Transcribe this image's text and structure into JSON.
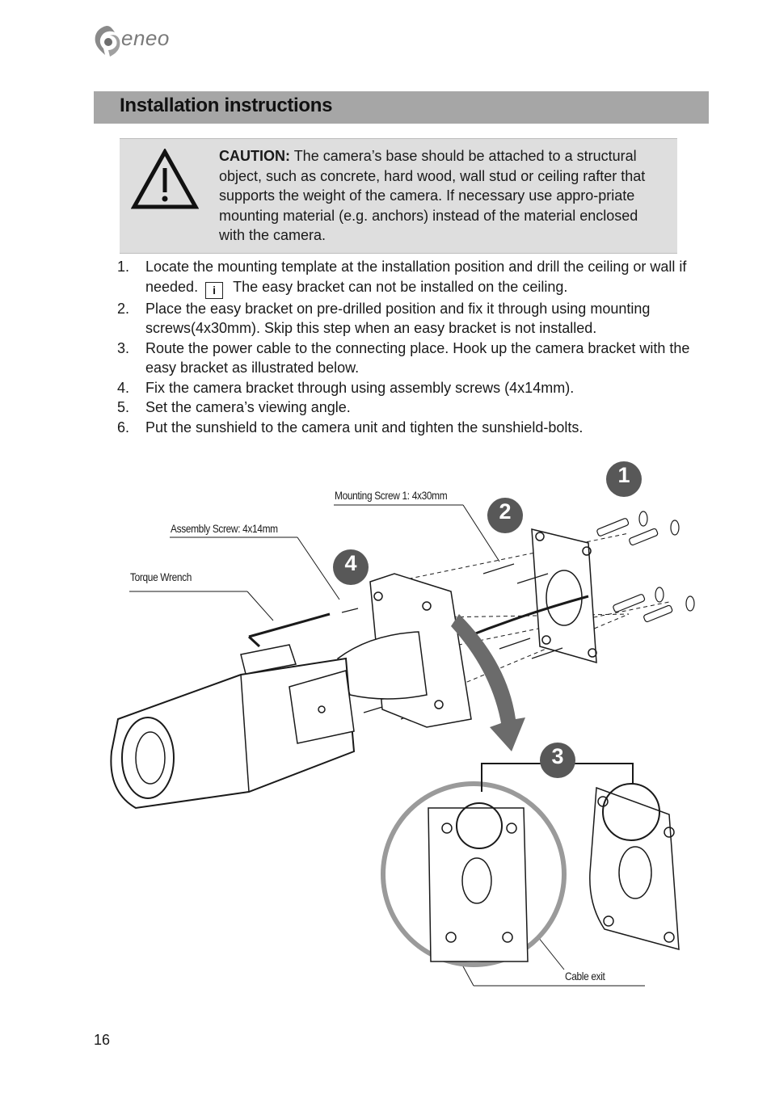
{
  "brand": {
    "logo_text": "eneo"
  },
  "section": {
    "title": "Installation instructions"
  },
  "caution": {
    "label": "CAUTION:",
    "text": "The camera’s base should be attached to a structural object, such as concrete, hard wood, wall stud or ceiling rafter that supports the weight of the camera. If necessary use appro-priate mounting material (e.g. anchors) instead of the material enclosed with the camera."
  },
  "steps": [
    {
      "num": "1.",
      "text": "Locate the mounting template at the installation position and drill the ceiling or wall if needed.",
      "info_icon": "i",
      "note": "The easy bracket can not be installed on the ceiling."
    },
    {
      "num": "2.",
      "text": "Place the easy bracket on pre-drilled position and fix it through using mounting screws(4x30mm). Skip this step when an easy bracket is not installed."
    },
    {
      "num": "3.",
      "text": "Route the power cable to the connecting place. Hook up the camera bracket with the easy bracket as illustrated below."
    },
    {
      "num": "4.",
      "text": "Fix the camera bracket through using assembly screws (4x14mm)."
    },
    {
      "num": "5.",
      "text": "Set the camera’s viewing angle."
    },
    {
      "num": "6.",
      "text": "Put the sunshield to the camera unit and tighten the sunshield-bolts."
    }
  ],
  "figure": {
    "labels": {
      "mounting_screw": "Mounting Screw 1: 4x30mm",
      "assembly_screw": "Assembly Screw: 4x14mm",
      "torque_wrench": "Torque Wrench",
      "cable_exit": "Cable exit"
    },
    "markers": [
      "1",
      "2",
      "3",
      "4"
    ]
  },
  "page": {
    "number": "16"
  }
}
